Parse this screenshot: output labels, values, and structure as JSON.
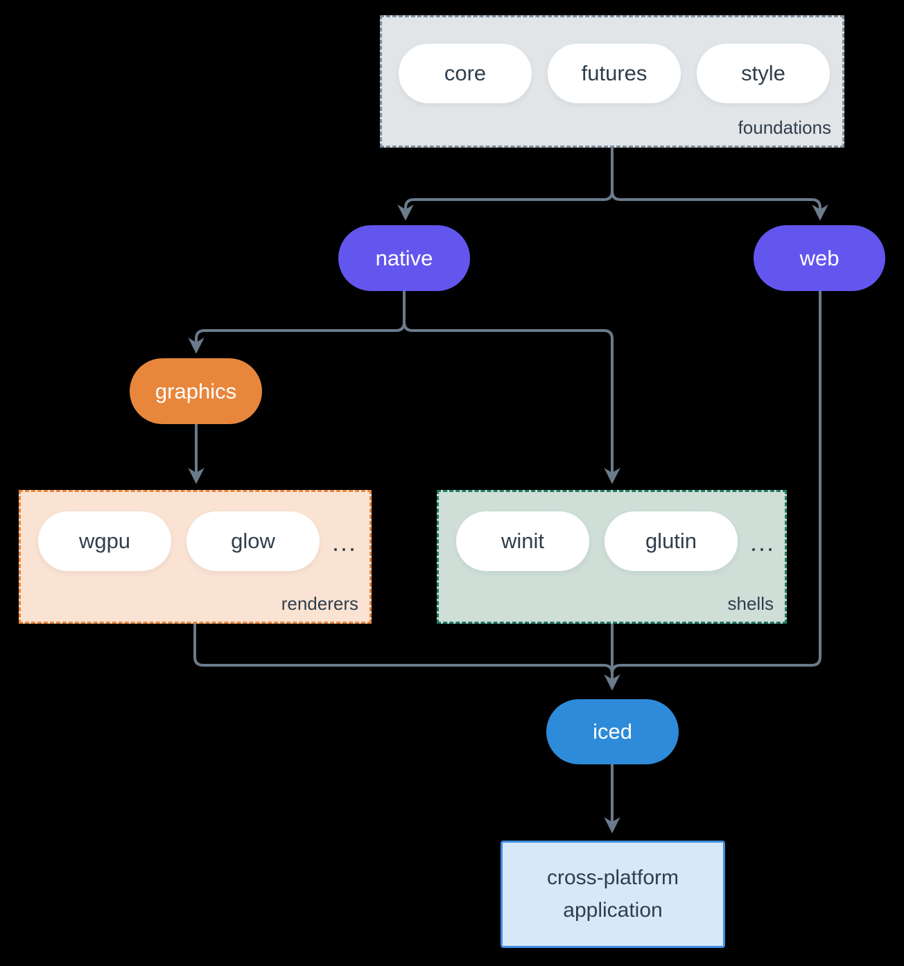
{
  "diagram": {
    "groups": {
      "foundations": {
        "label": "foundations",
        "pills": [
          "core",
          "futures",
          "style"
        ]
      },
      "renderers": {
        "label": "renderers",
        "pills": [
          "wgpu",
          "glow"
        ],
        "ellipsis": "..."
      },
      "shells": {
        "label": "shells",
        "pills": [
          "winit",
          "glutin"
        ],
        "ellipsis": "..."
      }
    },
    "nodes": {
      "native": "native",
      "web": "web",
      "graphics": "graphics",
      "iced": "iced",
      "application": {
        "line1": "cross-platform",
        "line2": "application"
      }
    },
    "colors": {
      "background": "#000000",
      "node_purple": "#6356ee",
      "node_orange": "#e8863c",
      "node_blue": "#2e8bd9",
      "foundations_fill": "#e1e5e8",
      "foundations_border": "#7e8e9d",
      "renderers_fill": "#fae3d3",
      "renderers_border": "#e8863c",
      "shells_fill": "#cfded7",
      "shells_border": "#1f7a68",
      "application_fill": "#d7e8f8",
      "application_border": "#3e8ede",
      "pill_fill": "#ffffff",
      "text_dark": "#2f3e4c",
      "connector": "#6b7b8c"
    }
  }
}
